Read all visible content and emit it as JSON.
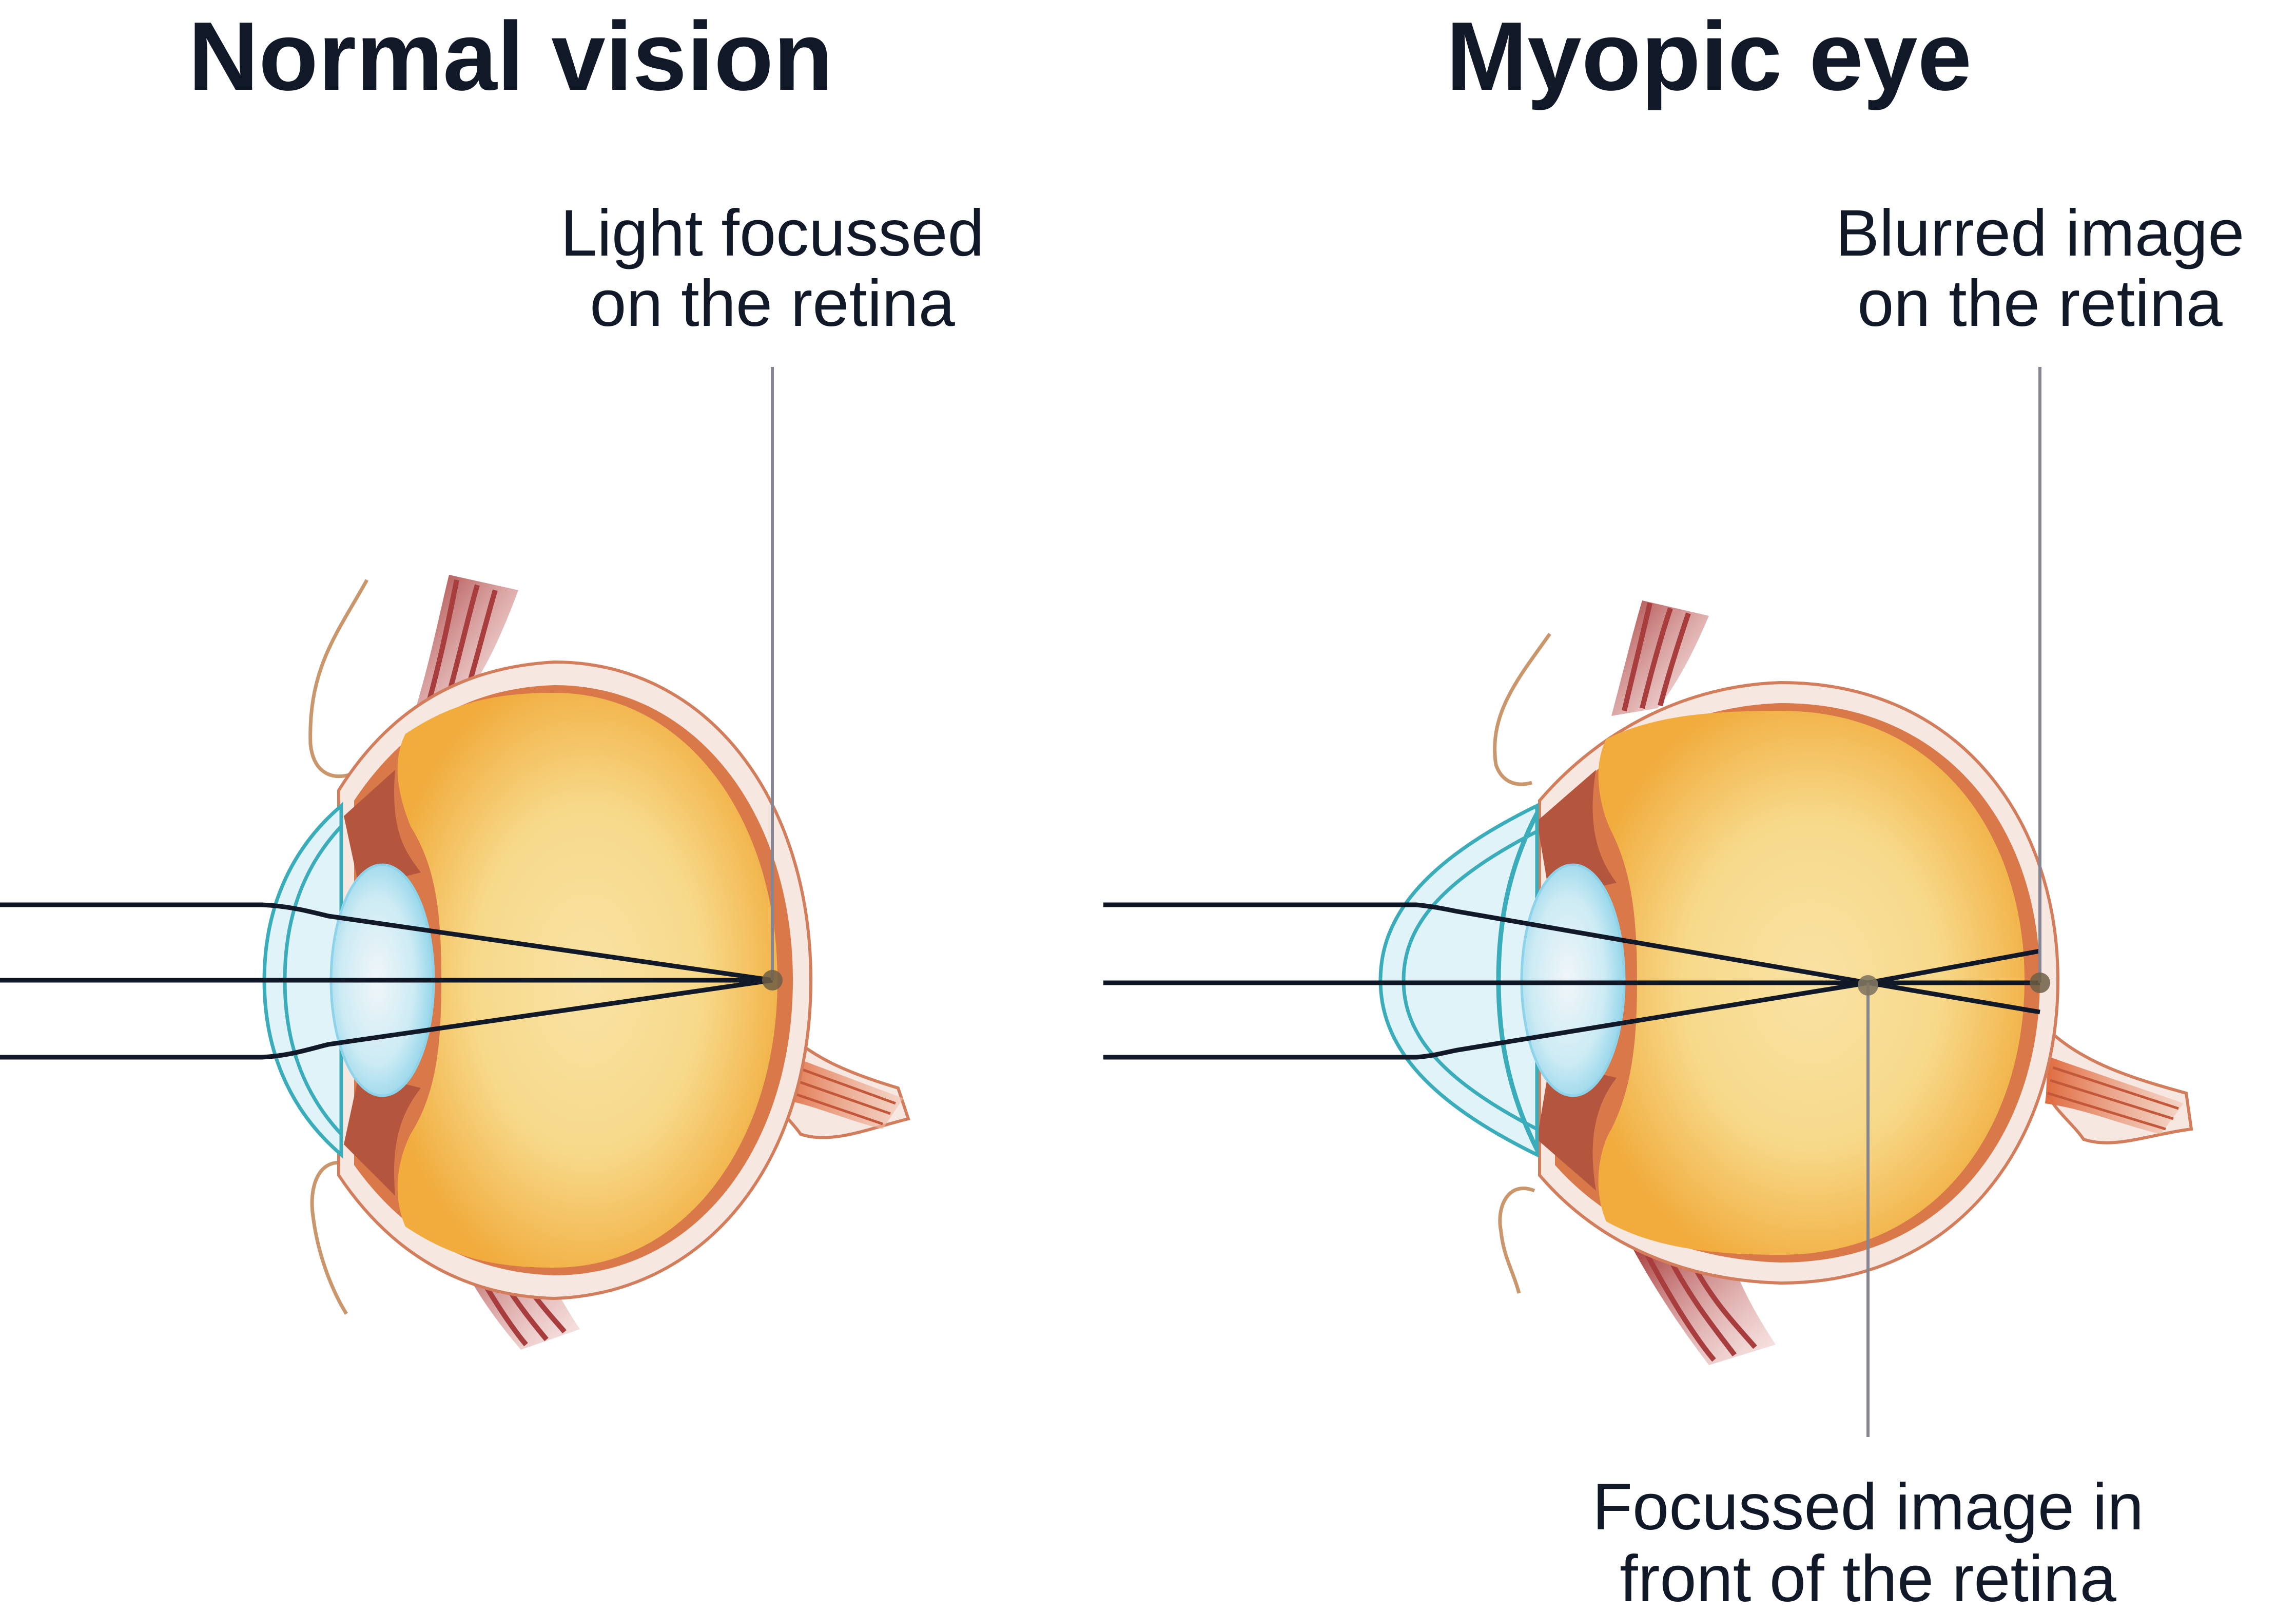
{
  "panels": [
    {
      "title": "Normal vision",
      "labels": [
        {
          "line1": "Light focussed",
          "line2": "on the retina"
        }
      ]
    },
    {
      "title": "Myopic eye",
      "labels": [
        {
          "line1": "Blurred image",
          "line2": "on the retina"
        },
        {
          "line1": "Focussed image in",
          "line2": "front of the retina"
        }
      ]
    }
  ],
  "colors": {
    "text": "#111827",
    "ray": "#111827",
    "pointer_line": "#858691",
    "focus_dot": "#6f5f45",
    "vitreous_center": "#f8e2a4",
    "vitreous_edge": "#f1ac3d",
    "choroid": "#d9794a",
    "sclera": "#f6e7e1",
    "sclera_edge": "#d27d5c",
    "cornea": "#dff3f8",
    "cornea_edge": "#3aacba",
    "lens_center": "#eef6fa",
    "lens_edge": "#8fd3ea",
    "muscle": "#b9494a",
    "optic_nerve": "#e2764a",
    "eyelid": "#c9976b"
  }
}
